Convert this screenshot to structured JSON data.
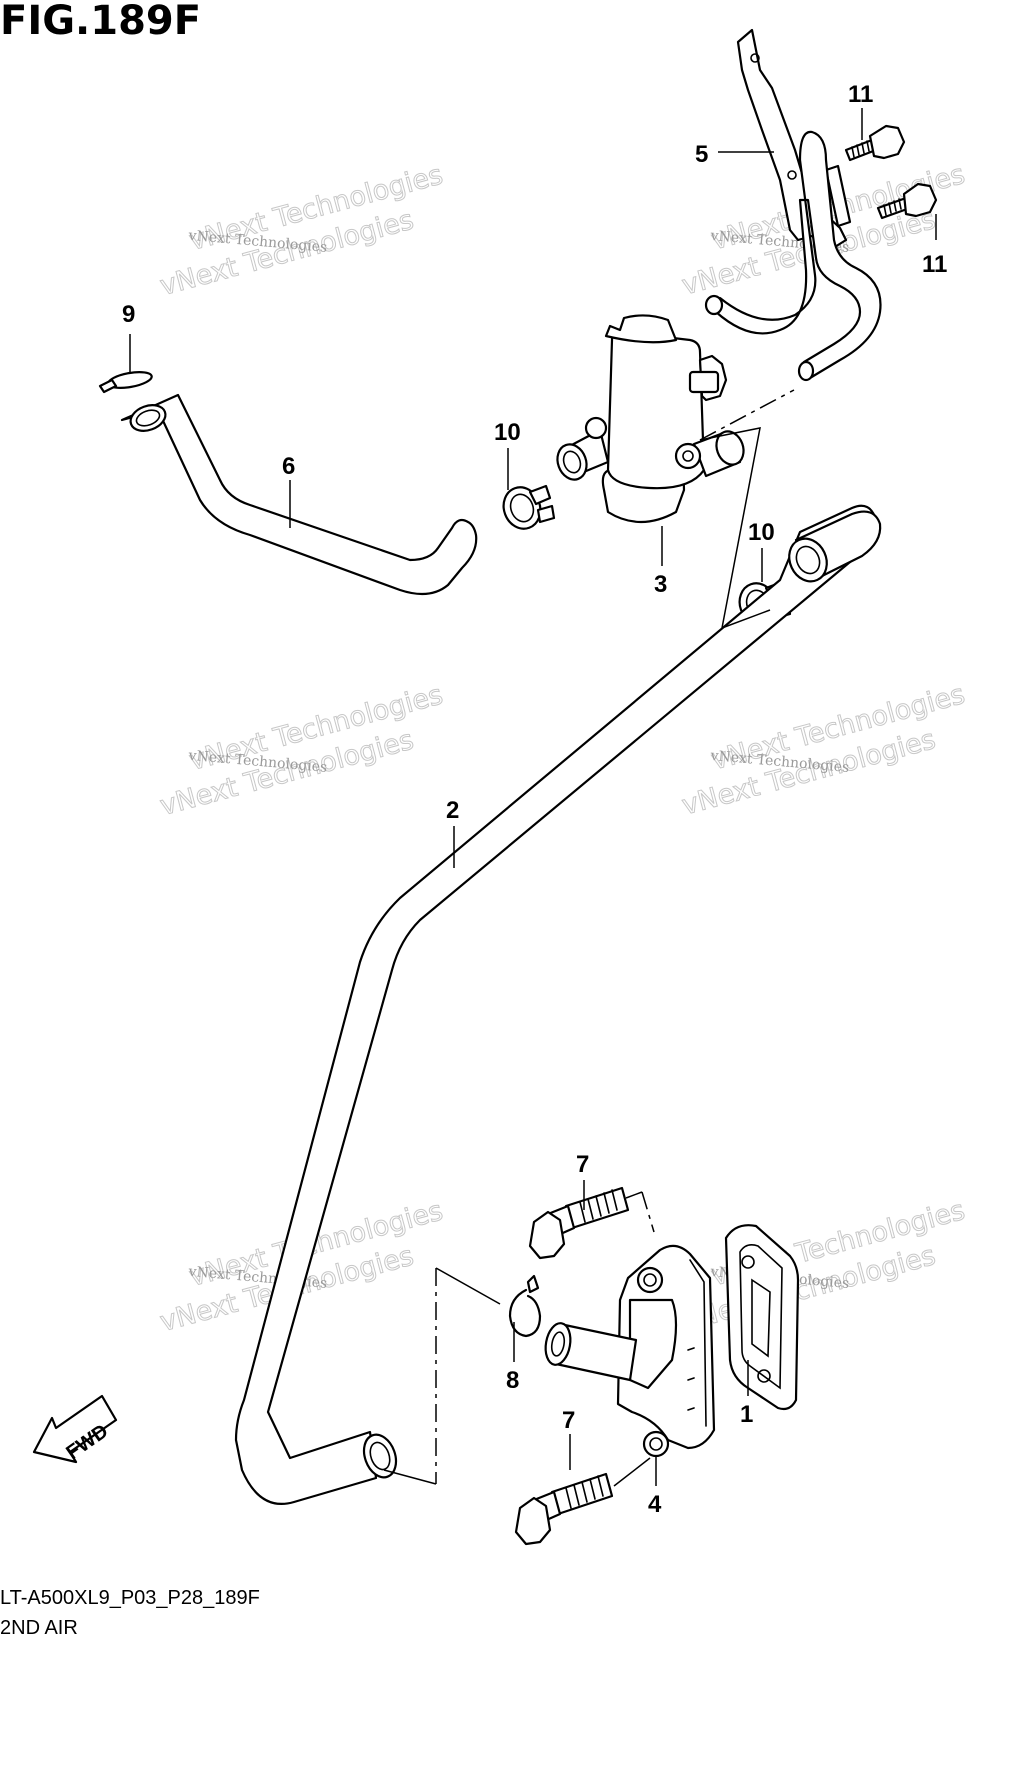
{
  "figure": {
    "title": "FIG.189F",
    "model_code": "LT-A500XL9_P03_P28_189F",
    "section_name": "2ND AIR"
  },
  "callouts": {
    "c1": "1",
    "c2": "2",
    "c3": "3",
    "c4": "4",
    "c5": "5",
    "c6": "6",
    "c7a": "7",
    "c7b": "7",
    "c8": "8",
    "c9": "9",
    "c10a": "10",
    "c10b": "10",
    "c11a": "11",
    "c11b": "11"
  },
  "direction_arrow": {
    "label": "FWD"
  },
  "watermark": {
    "line1": "vNext Technologies",
    "line2": "vNext Technologies"
  },
  "colors": {
    "ink": "#000000",
    "watermark": "#9a9a9a"
  }
}
